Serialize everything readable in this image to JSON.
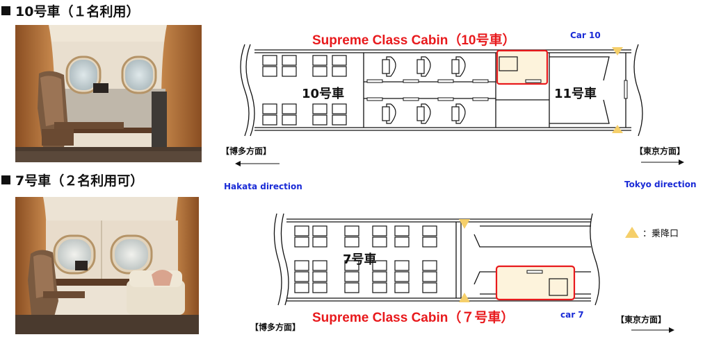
{
  "sections": {
    "car10_heading": "10号車（１名利用）",
    "car7_heading": "7号車（２名利用可）"
  },
  "diagram10": {
    "title": "Supreme Class Cabin（10号車）",
    "car_tag": "Car 10",
    "car_label_left": "10号車",
    "car_label_right": "11号車",
    "left_dir_jp": "【博多方面】",
    "left_dir_en": "Hakata direction",
    "right_dir_jp": "【東京方面】",
    "right_dir_en": "Tokyo direction"
  },
  "diagram7": {
    "title": "Supreme Class Cabin（７号車）",
    "car_tag": "car 7",
    "car_label": "7号車",
    "left_dir_jp": "【博多方面】",
    "right_dir_jp": "【東京方面】"
  },
  "legend": {
    "label": "：乗降口"
  },
  "colors": {
    "title_red": "#e8191c",
    "label_blue": "#1a2bd6",
    "cabin_fill": "#fdf3dc",
    "door_yellow": "#f5cf6a"
  }
}
